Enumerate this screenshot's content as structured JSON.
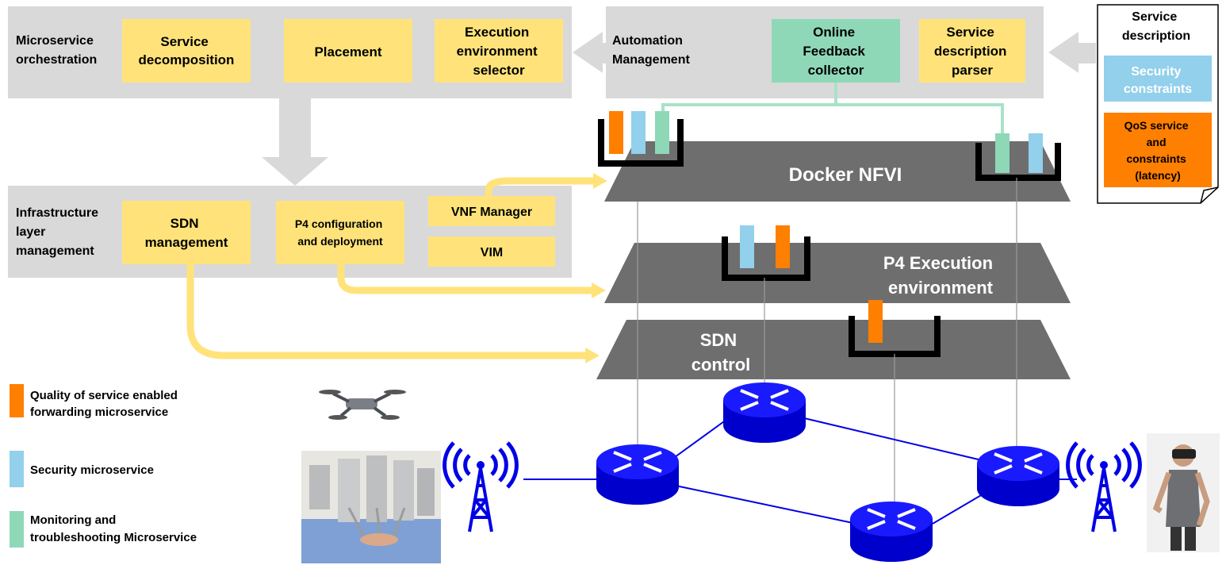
{
  "orchestration": {
    "title_line1": "Microservice",
    "title_line2": "orchestration",
    "boxes": [
      {
        "lines": [
          "Service",
          "decomposition"
        ]
      },
      {
        "lines": [
          "Placement"
        ]
      },
      {
        "lines": [
          "Execution",
          "environment",
          "selector"
        ]
      }
    ]
  },
  "automation": {
    "title_line1": "Automation",
    "title_line2": "Management",
    "feedback": {
      "lines": [
        "Online",
        "Feedback",
        "collector"
      ]
    },
    "parser": {
      "lines": [
        "Service",
        "description",
        "parser"
      ]
    }
  },
  "service_doc": {
    "title_line1": "Service",
    "title_line2": "description",
    "security": {
      "lines": [
        "Security",
        "constraints"
      ]
    },
    "qos": {
      "lines": [
        "QoS service",
        "and",
        "constraints",
        "(latency)"
      ]
    }
  },
  "infrastructure": {
    "title_lines": [
      "Infrastructure",
      "layer",
      "management"
    ],
    "sdn": {
      "lines": [
        "SDN",
        "management"
      ]
    },
    "p4": {
      "lines": [
        "P4 configuration",
        "and deployment"
      ]
    },
    "vnf": "VNF Manager",
    "vim": "VIM"
  },
  "layers": {
    "docker": "Docker NFVI",
    "p4_line1": "P4 Execution",
    "p4_line2": "environment",
    "sdn_line1": "SDN",
    "sdn_line2": "control"
  },
  "legend": [
    {
      "color": "#FF7F00",
      "lines": [
        "Quality of service enabled",
        "forwarding microservice"
      ]
    },
    {
      "color": "#92D0EC",
      "lines": [
        "Security microservice"
      ]
    },
    {
      "color": "#8ED8B8",
      "lines": [
        "Monitoring and",
        "troubleshooting Microservice"
      ]
    }
  ],
  "colors": {
    "panel": "#D9D9D9",
    "yellow": "#FFE37A",
    "green": "#8ED8B8",
    "blue": "#92D0EC",
    "orange": "#FF7F00",
    "layer": "#6E6E6E",
    "router": "#0000E6"
  },
  "icons": [
    "drone-icon",
    "surgical-robot-icon",
    "antenna-icon",
    "vr-user-icon",
    "router-icon"
  ]
}
